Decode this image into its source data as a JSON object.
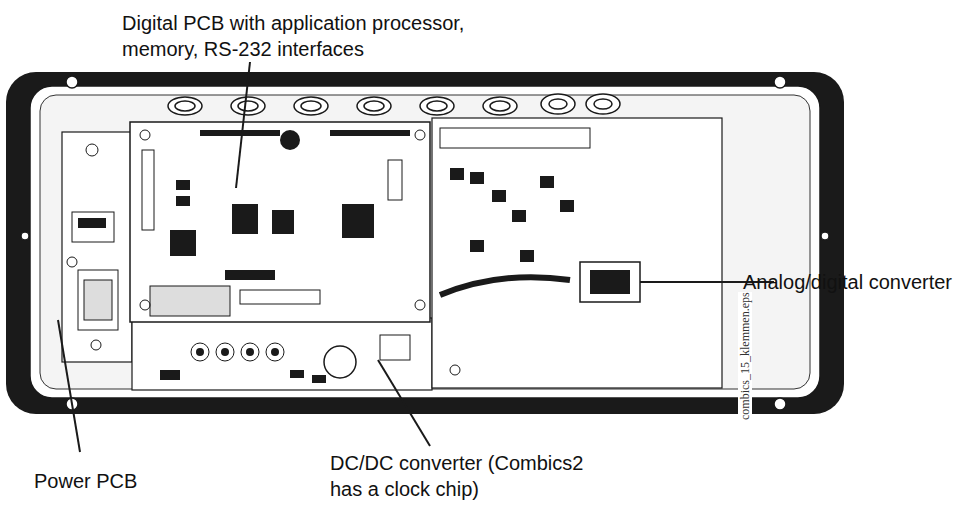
{
  "diagram": {
    "labels": [
      "Digital PCB with application processor, memory, RS-232 interfaces",
      "Analog/digital converter",
      "Power PCB",
      "DC/DC converter (Combics2 has a clock chip)",
      "combics_15_klemmen.eps"
    ]
  }
}
